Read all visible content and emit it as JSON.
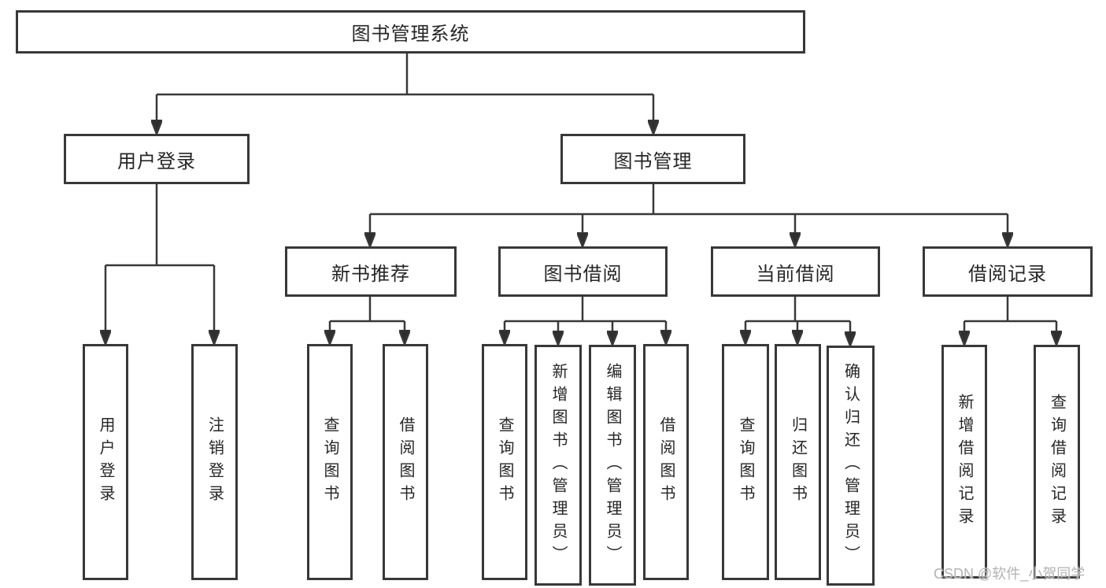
{
  "tree": {
    "label": "图书管理系统",
    "children": [
      {
        "label": "用户登录",
        "children": [
          {
            "label": "用户登录"
          },
          {
            "label": "注销登录"
          }
        ]
      },
      {
        "label": "图书管理",
        "children": [
          {
            "label": "新书推荐",
            "children": [
              {
                "label": "查询图书"
              },
              {
                "label": "借阅图书"
              }
            ]
          },
          {
            "label": "图书借阅",
            "children": [
              {
                "label": "查询图书"
              },
              {
                "label": "新增图书（管理员）"
              },
              {
                "label": "编辑图书（管理员）"
              },
              {
                "label": "借阅图书"
              }
            ]
          },
          {
            "label": "当前借阅",
            "children": [
              {
                "label": "查询图书"
              },
              {
                "label": "归还图书"
              },
              {
                "label": "确认归还（管理员）"
              }
            ]
          },
          {
            "label": "借阅记录",
            "children": [
              {
                "label": "新增借阅记录"
              },
              {
                "label": "查询借阅记录"
              }
            ]
          }
        ]
      }
    ]
  },
  "watermark": {
    "text": "CSDN @软件_小贺同学"
  },
  "colors": {
    "line": "#383838",
    "box_border": "#383838",
    "box_background": "#ffffff",
    "text": "#262626",
    "watermark": "#b3b3b3",
    "page_background": "#ffffff"
  }
}
